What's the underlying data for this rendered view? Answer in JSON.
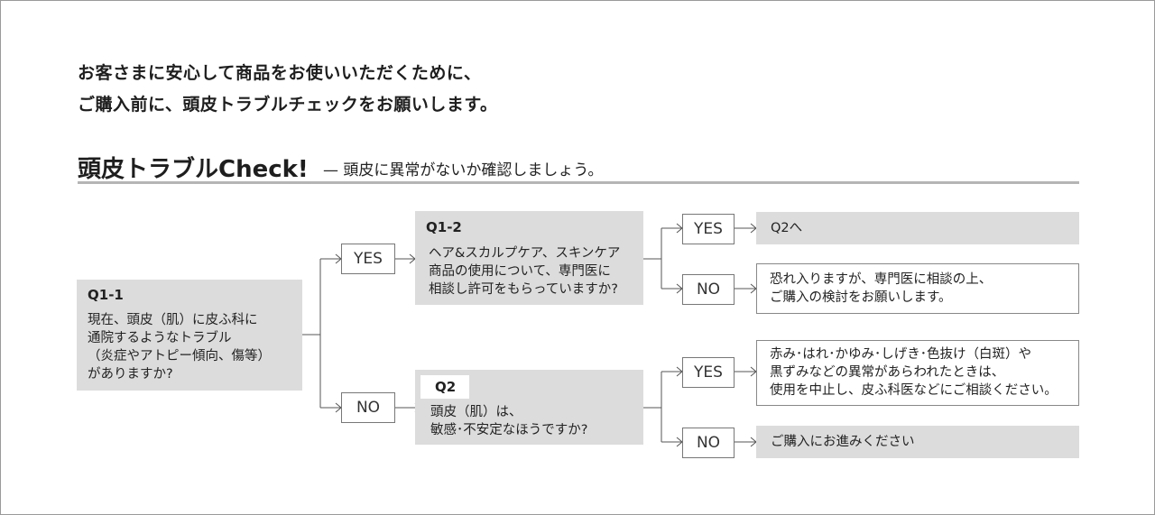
{
  "intro": {
    "line1": "お客さまに安心して商品をお使いいただくために、",
    "line2": "ご購入前に、頭皮トラブルチェックをお願いします。"
  },
  "heading": {
    "title": "頭皮トラブルCheck!",
    "subtitle": "— 頭皮に異常がないか確認しましょう。"
  },
  "q1_1": {
    "label": "Q1-1",
    "lines": [
      "現在、頭皮（肌）に皮ふ科に",
      "通院するようなトラブル",
      "（炎症やアトピー傾向、傷等）",
      "がありますか?"
    ]
  },
  "q1_2": {
    "label": "Q1-2",
    "lines": [
      "ヘア&スカルプケア、スキンケア",
      "商品の使用について、専門医に",
      "相談し許可をもらっていますか?"
    ]
  },
  "q2": {
    "label": "Q2",
    "lines": [
      "頭皮（肌）は、",
      "敏感･不安定なほうですか?"
    ]
  },
  "answers": {
    "yes": "YES",
    "no": "NO"
  },
  "results": {
    "q1_2_yes": "Q2へ",
    "q1_2_no": [
      "恐れ入りますが、専門医に相談の上、",
      "ご購入の検討をお願いします。"
    ],
    "q2_yes": [
      "赤み･はれ･かゆみ･しげき･色抜け（白斑）や",
      "黒ずみなどの異常があらわれたときは、",
      "使用を中止し、皮ふ科医などにご相談ください。"
    ],
    "q2_no": "ご購入にお進みください"
  }
}
